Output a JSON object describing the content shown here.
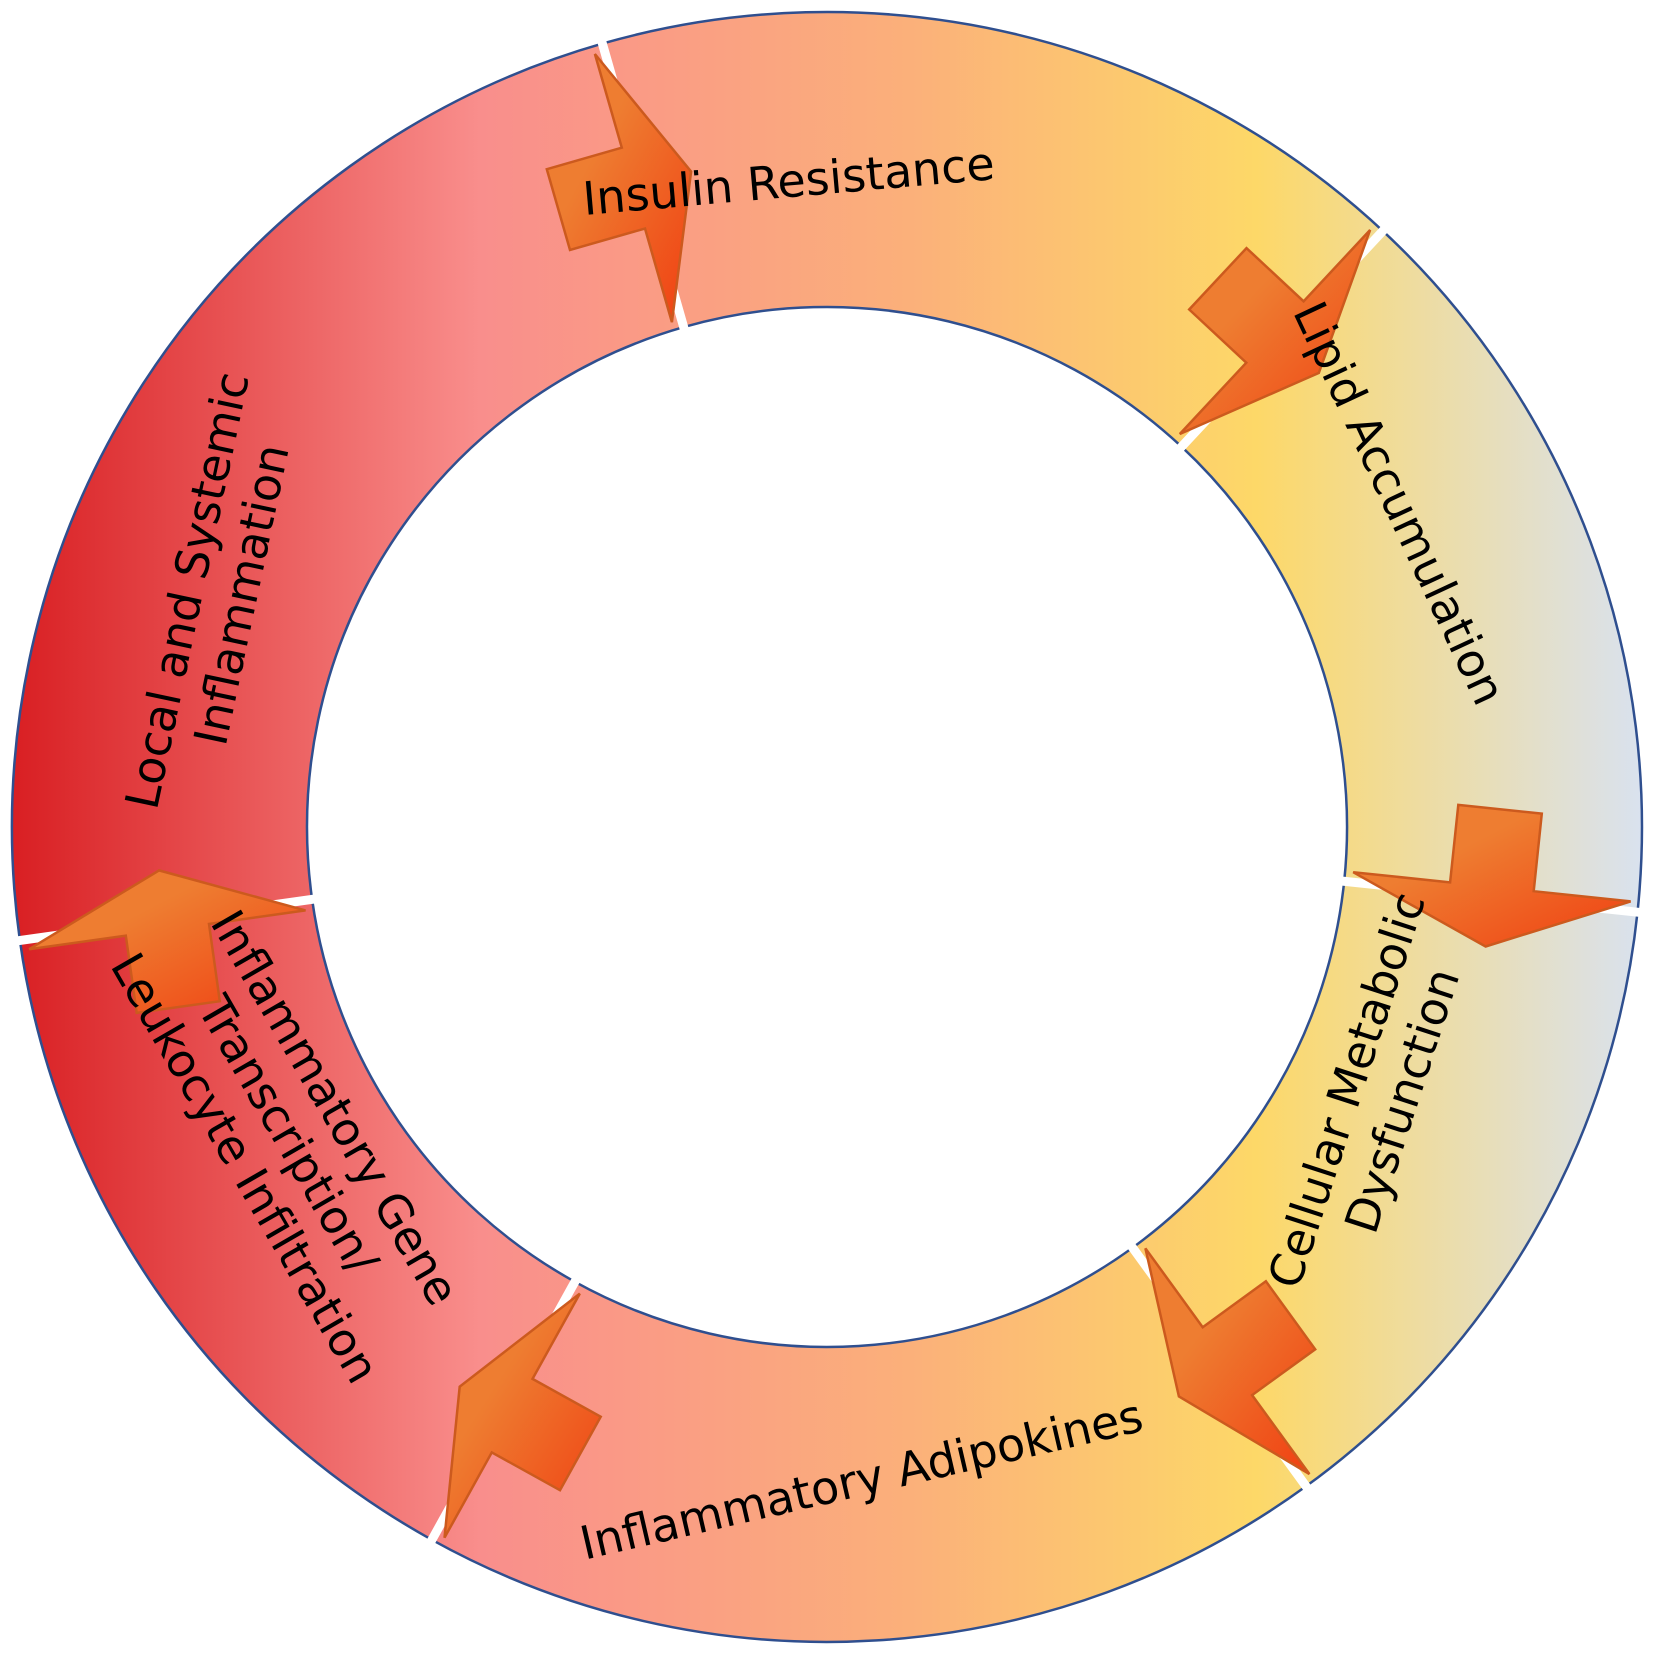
{
  "diagram": {
    "stages": [
      {
        "id": "insulin-resistance",
        "lines": [
          "Insulin Resistance"
        ]
      },
      {
        "id": "lipid-accumulation",
        "lines": [
          "Lipid Accumulation"
        ]
      },
      {
        "id": "cellular-metabolic-dysfunction",
        "lines": [
          "Cellular Metabolic",
          "Dysfunction"
        ]
      },
      {
        "id": "inflammatory-adipokines",
        "lines": [
          "Inflammatory Adipokines"
        ]
      },
      {
        "id": "inflammatory-gene-transcription",
        "lines": [
          "Inflammatory Gene",
          "Transcription/",
          "Leukocyte Infiltration"
        ]
      },
      {
        "id": "local-systemic-inflammation",
        "lines": [
          "Local and Systemic",
          "Inflammation"
        ]
      }
    ],
    "colors": {
      "red": "#d81c20",
      "pink": "#f98e8c",
      "orange": "#fbb07a",
      "yellow": "#fdd868",
      "pale_blue": "#d8e2f3",
      "arrow_orange": "#ee7d31",
      "arrow_red": "#f03f12",
      "outline": "#2f4f8f"
    }
  }
}
